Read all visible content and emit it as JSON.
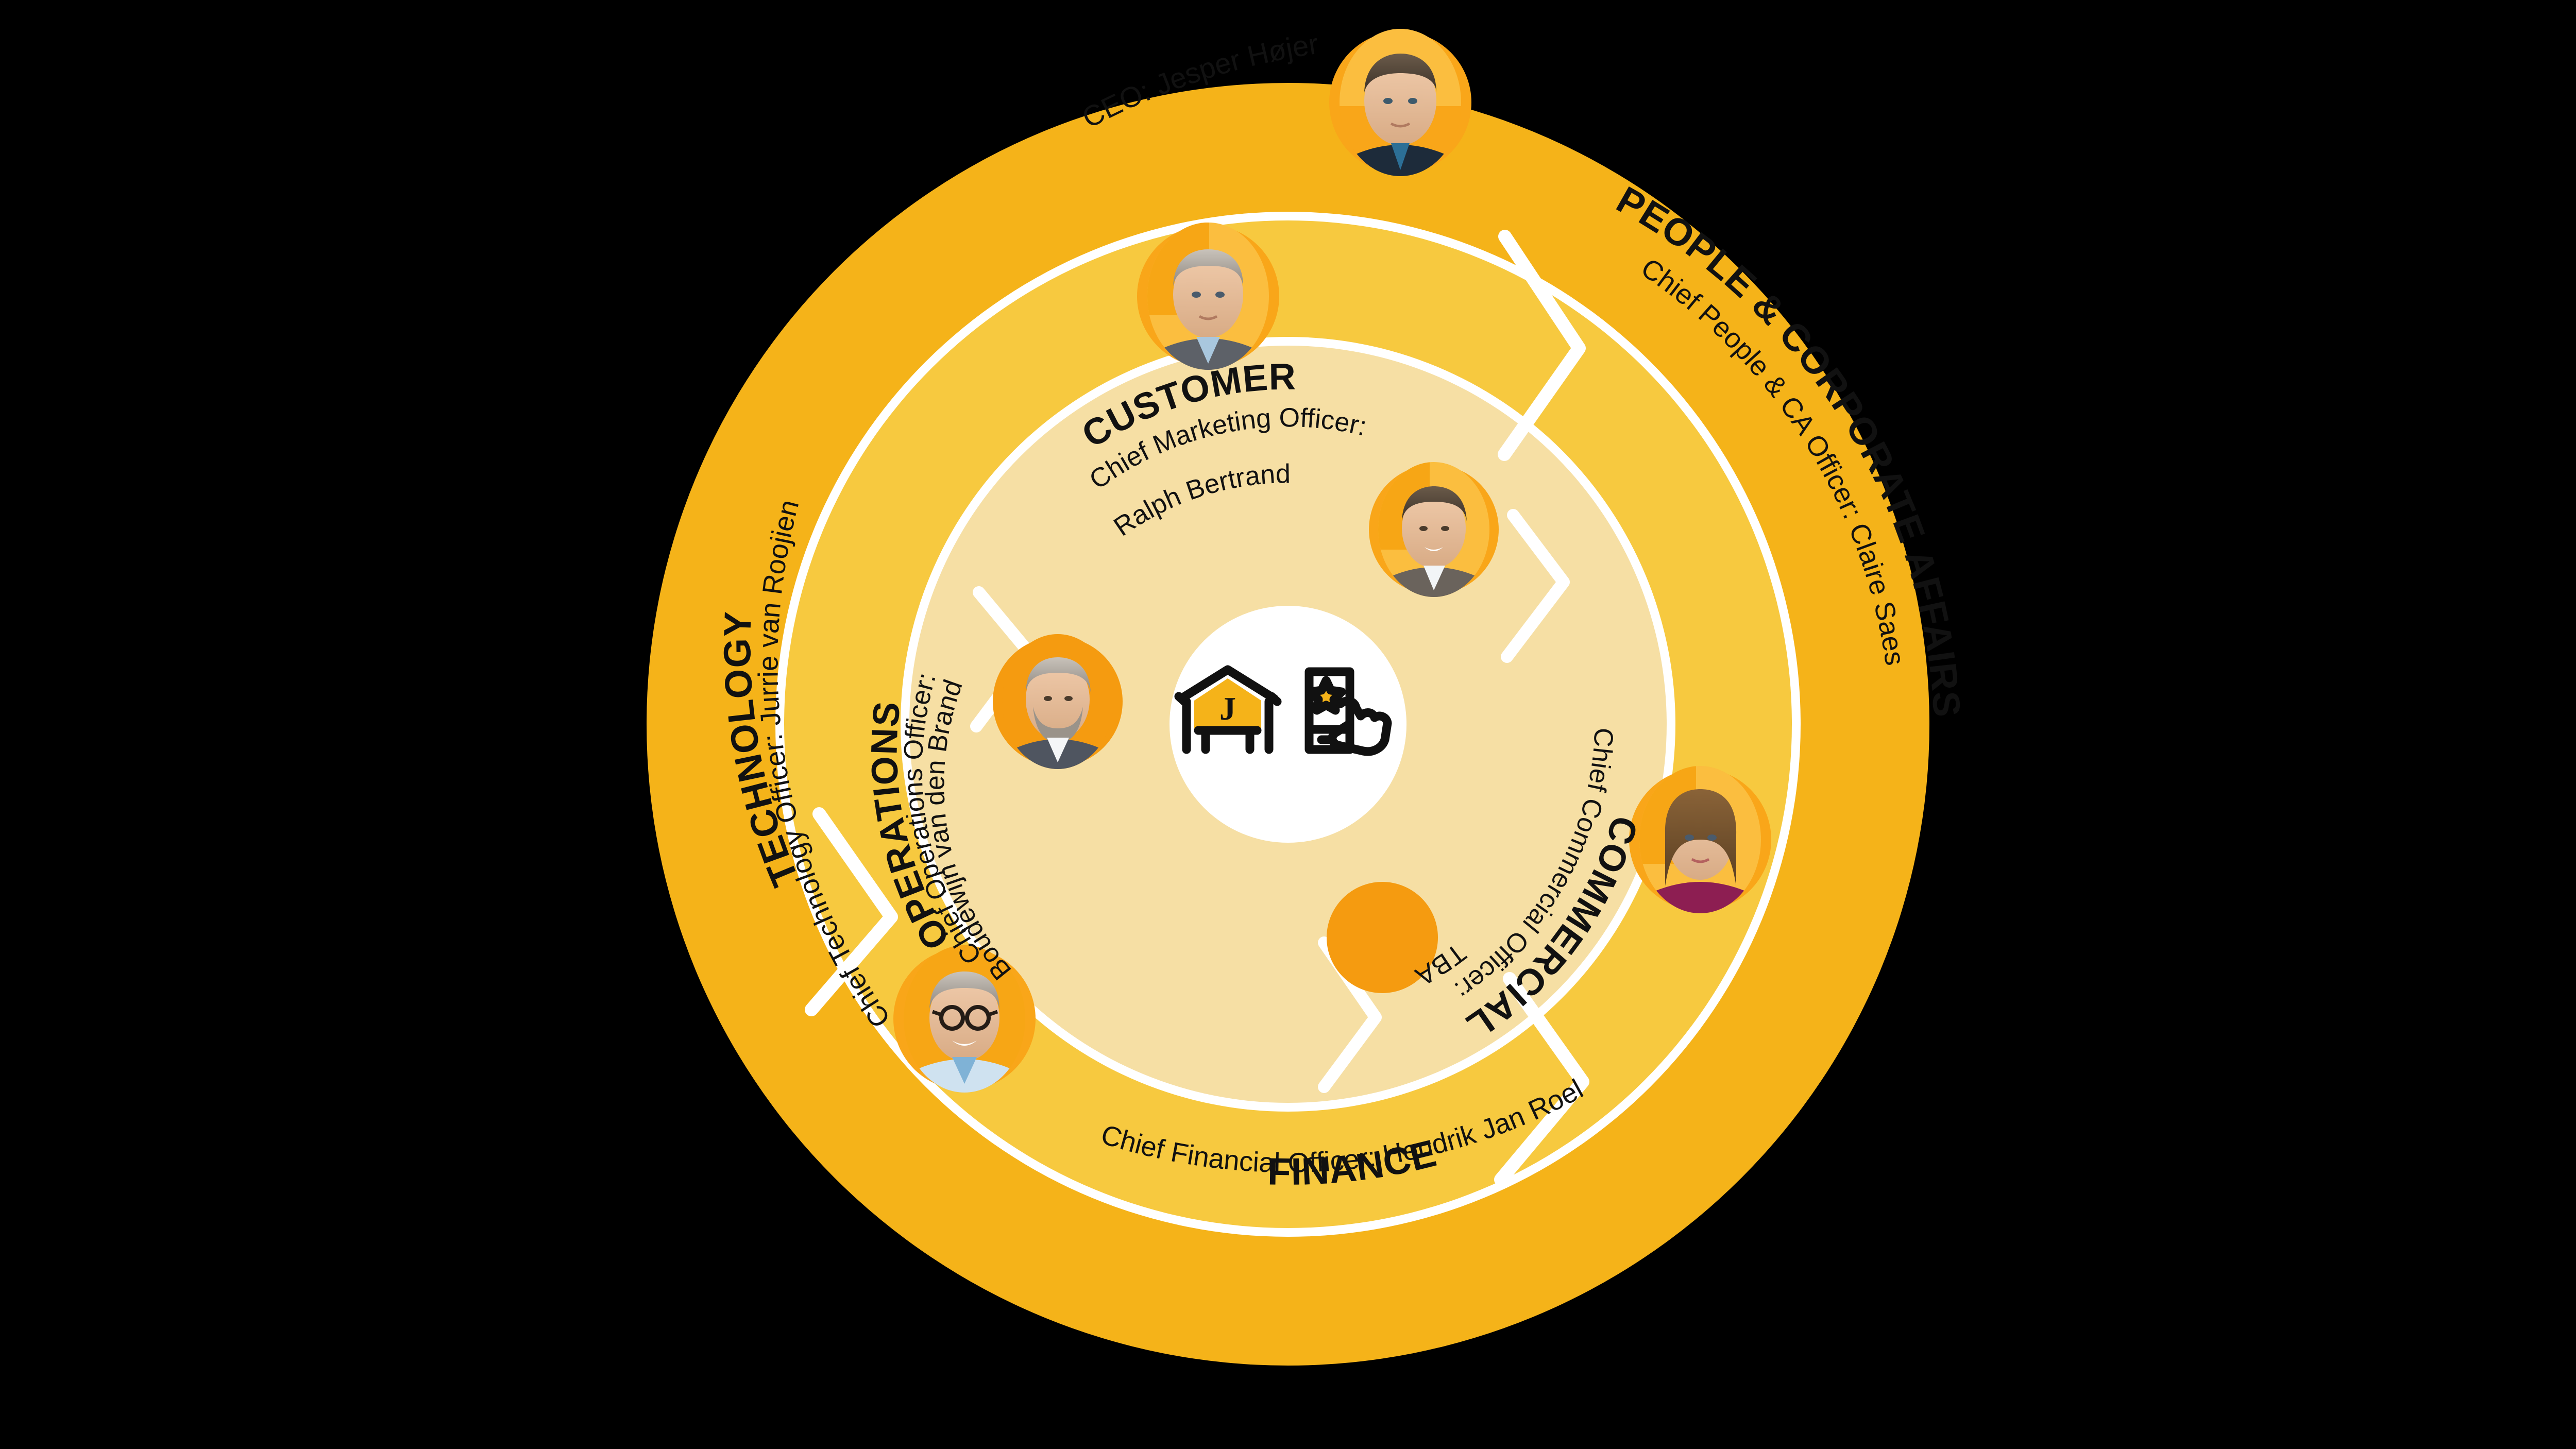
{
  "diagram": {
    "title_icon": "market-stall-and-mobile-rating-icon",
    "ceo": {
      "label": "CEO: Jesper Højer",
      "avatar_name": "jesper-hojer-avatar"
    },
    "colors": {
      "background": "#000000",
      "outer_ring": "#F5B319",
      "middle_ring": "#F7C93F",
      "inner_ring": "#F6DFA4",
      "center_disc": "#FFFFFF",
      "divider": "#FFFFFF",
      "accent_circle": "#F59B10",
      "avatar_disc": "#F9A619",
      "text": "#111111"
    },
    "outer_segments": [
      {
        "id": "technology",
        "title": "TECHNOLOGY",
        "subtitle": "Chief Technology Officer: Jurrie van Roojien",
        "avatar_name": "jurrie-van-roojien-avatar"
      },
      {
        "id": "people-corporate-affairs",
        "title": "PEOPLE & CORPORATE AFFAIRS",
        "subtitle": "Chief People & CA Officer: Claire Saes",
        "avatar_name": "claire-saes-avatar"
      },
      {
        "id": "finance",
        "title": "FINANCE",
        "subtitle": "Chief Financial Officer: Hendrik Jan Roel",
        "avatar_name": "hendrik-jan-roel-avatar"
      }
    ],
    "inner_segments": [
      {
        "id": "customer",
        "title": "CUSTOMER",
        "subtitle_line1": "Chief Marketing Officer:",
        "subtitle_line2": "Ralph Bertrand",
        "avatar_name": "ralph-bertrand-avatar"
      },
      {
        "id": "commercial",
        "title": "COMMERCIAL",
        "subtitle_line1": "Chief Commercial Officer:",
        "subtitle_line2": "TBA",
        "avatar_name": "commercial-placeholder-avatar"
      },
      {
        "id": "operations",
        "title": "OPERATIONS",
        "subtitle_line1": "Chief Operations Officer:",
        "subtitle_line2": "Boudewijn van den Brand",
        "avatar_name": "boudewijn-van-den-brand-avatar"
      }
    ]
  }
}
